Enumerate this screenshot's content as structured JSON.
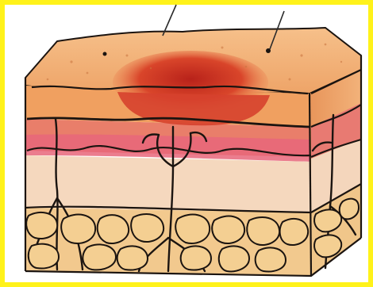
{
  "figure": {
    "kind": "skin cross-section illustration",
    "labels": [],
    "colors": {
      "frame": "#FFF21A",
      "epidermis": "#F2A868",
      "lesion": "#C8301A",
      "dermis_band": "#E46C6C",
      "subcutis": "#F6D9B7",
      "fat_tissue": "#F3C887",
      "outline": "#1B1410"
    },
    "icons": [
      "pointer-line",
      "hair-follicle",
      "blood-vessel",
      "fat-lobule"
    ]
  }
}
